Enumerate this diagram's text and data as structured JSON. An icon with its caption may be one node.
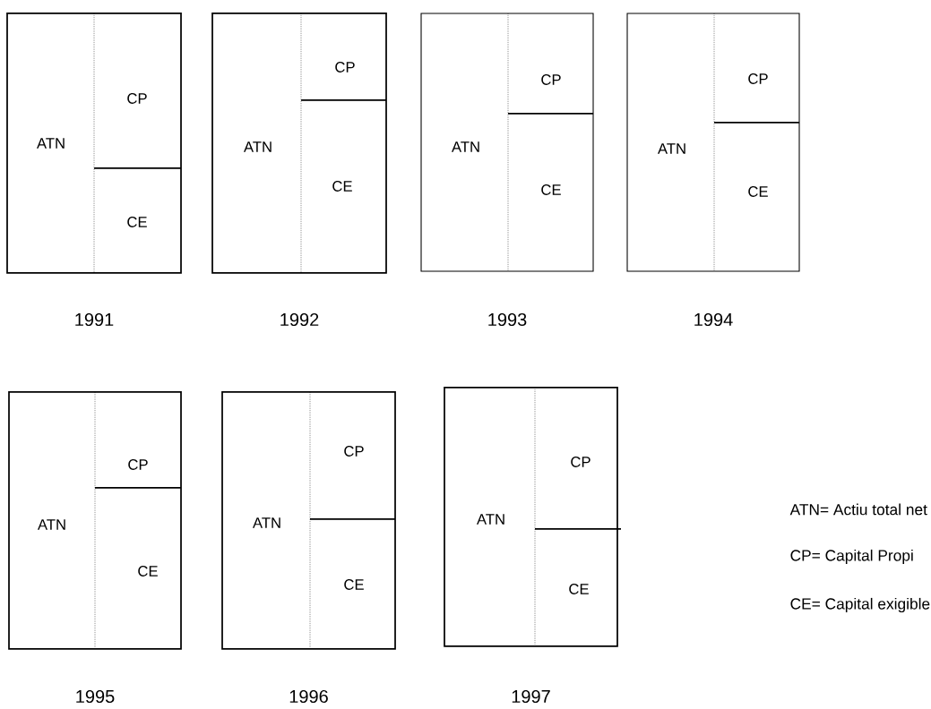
{
  "diagram": {
    "nodes": [
      {
        "text": [],
        "shape": "box",
        "beside": [
          "1991"
        ]
      },
      {
        "text": [
          "ATN"
        ],
        "in": 0
      },
      {
        "text": [
          "CP"
        ],
        "in": 0
      },
      {
        "text": [
          "CE"
        ],
        "in": 0
      },
      {
        "text": [],
        "shape": "box",
        "beside": [
          "1992"
        ]
      },
      {
        "text": [
          "ATN"
        ],
        "in": 4
      },
      {
        "text": [
          "CP"
        ],
        "in": 4
      },
      {
        "text": [
          "CE"
        ],
        "in": 4
      },
      {
        "text": [],
        "shape": "box",
        "beside": [
          "1993"
        ]
      },
      {
        "text": [
          "ATN"
        ],
        "in": 8
      },
      {
        "text": [
          "CP"
        ],
        "in": 8
      },
      {
        "text": [
          "CE"
        ],
        "in": 8
      },
      {
        "text": [],
        "shape": "box",
        "beside": [
          "1994"
        ]
      },
      {
        "text": [
          "ATN"
        ],
        "in": 12
      },
      {
        "text": [
          "CP"
        ],
        "in": 12
      },
      {
        "text": [
          "CE"
        ],
        "in": 12
      },
      {
        "text": [],
        "shape": "box",
        "beside": [
          "1995"
        ]
      },
      {
        "text": [
          "ATN"
        ],
        "in": 16
      },
      {
        "text": [
          "CP"
        ],
        "in": 16
      },
      {
        "text": [
          "CE"
        ],
        "in": 16
      },
      {
        "text": [],
        "shape": "box",
        "beside": [
          "1996"
        ]
      },
      {
        "text": [
          "ATN"
        ],
        "in": 20
      },
      {
        "text": [
          "CP"
        ],
        "in": 20
      },
      {
        "text": [
          "CE"
        ],
        "in": 20
      },
      {
        "text": [],
        "shape": "box",
        "beside": [
          "1997"
        ]
      },
      {
        "text": [
          "ATN"
        ],
        "in": 24
      },
      {
        "text": [
          "CP"
        ],
        "in": 24
      },
      {
        "text": [
          "CE"
        ],
        "in": 24
      }
    ],
    "labels": [
      "ATN= Actiu total net",
      "CP= Capital Propi",
      "CE= Capital exigible"
    ]
  }
}
